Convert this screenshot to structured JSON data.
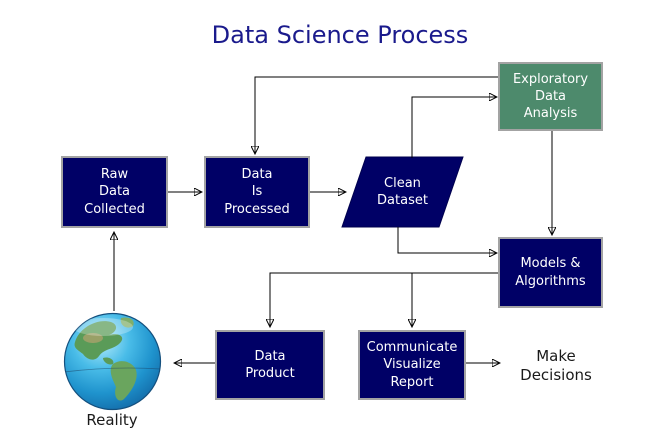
{
  "title": "Data Science Process",
  "nodes": {
    "raw_data": {
      "label": "Raw\nData\nCollected"
    },
    "data_processed": {
      "label": "Data\nIs\nProcessed"
    },
    "clean_dataset": {
      "label": "Clean\nDataset"
    },
    "eda": {
      "label": "Exploratory\nData\nAnalysis"
    },
    "models": {
      "label": "Models &\nAlgorithms"
    },
    "data_product": {
      "label": "Data\nProduct"
    },
    "communicate": {
      "label": "Communicate\nVisualize\nReport"
    },
    "make_decisions": {
      "label": "Make\nDecisions"
    },
    "reality": {
      "label": "Reality"
    }
  },
  "edges": [
    {
      "from": "reality-globe",
      "to": "raw_data"
    },
    {
      "from": "raw_data",
      "to": "data_processed"
    },
    {
      "from": "data_processed",
      "to": "clean_dataset"
    },
    {
      "from": "clean_dataset",
      "to": "eda"
    },
    {
      "from": "eda",
      "to": "data_processed"
    },
    {
      "from": "eda",
      "to": "models"
    },
    {
      "from": "clean_dataset",
      "to": "models"
    },
    {
      "from": "models",
      "to": "data_product"
    },
    {
      "from": "models",
      "to": "communicate"
    },
    {
      "from": "communicate",
      "to": "make_decisions"
    },
    {
      "from": "data_product",
      "to": "reality-globe"
    }
  ],
  "colors": {
    "background": "#ffffff",
    "box_fill": "#000066",
    "eda_fill": "#4d8a6c",
    "box_border": "#a3a3a3",
    "box_text": "#ffffff",
    "title_text": "#1a1a8c",
    "plain_text": "#1a1a1a",
    "connector": "#000000"
  }
}
